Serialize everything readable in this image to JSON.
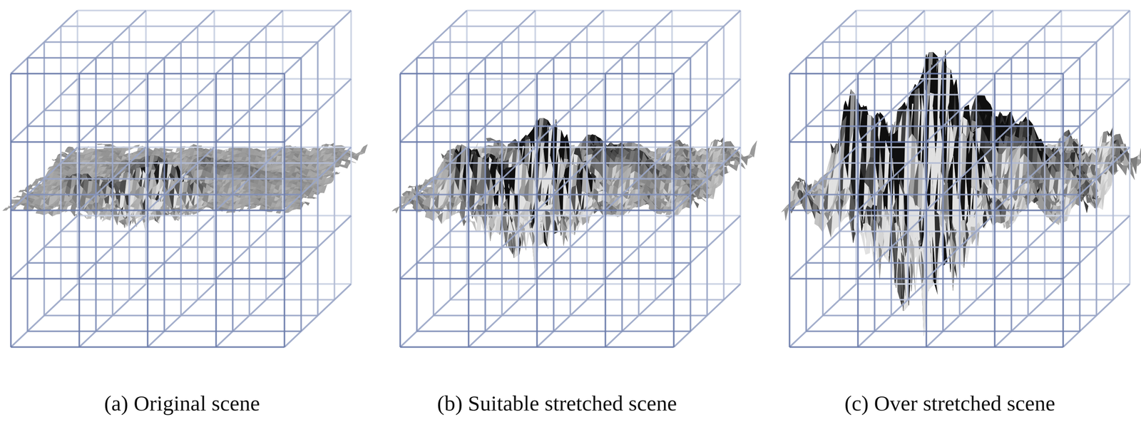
{
  "diagram": {
    "labels": [
      "(a) Original scene",
      "(b) Suitable stretched scene",
      "(c) Over stretched scene"
    ]
  }
}
